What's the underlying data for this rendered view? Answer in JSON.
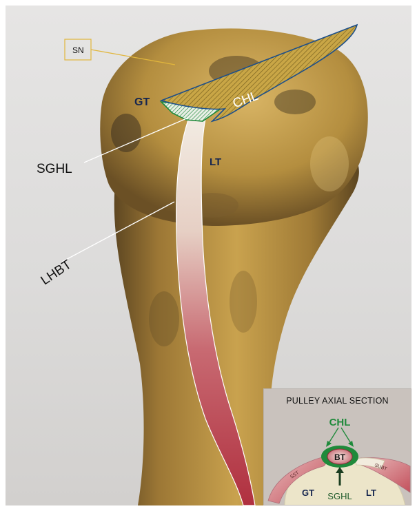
{
  "labels": {
    "sn": "SN",
    "gt": "GT",
    "chl": "CHL",
    "lt": "LT",
    "sghl": "SGHL",
    "lhbt": "LHBT"
  },
  "inset": {
    "title": "PULLEY AXIAL SECTION",
    "chl": "CHL",
    "bt": "BT",
    "sst": "SST",
    "subt": "SUBT",
    "gt": "GT",
    "lt": "LT",
    "sghl": "SGHL"
  },
  "colors": {
    "bone": "#b8923e",
    "chl_fill": "#c9a646",
    "sghl_green": "#1f8a3b",
    "tendon_red": "#b5394a",
    "label_dark": "#16264f",
    "inset_bg": "#c9c2bd"
  }
}
